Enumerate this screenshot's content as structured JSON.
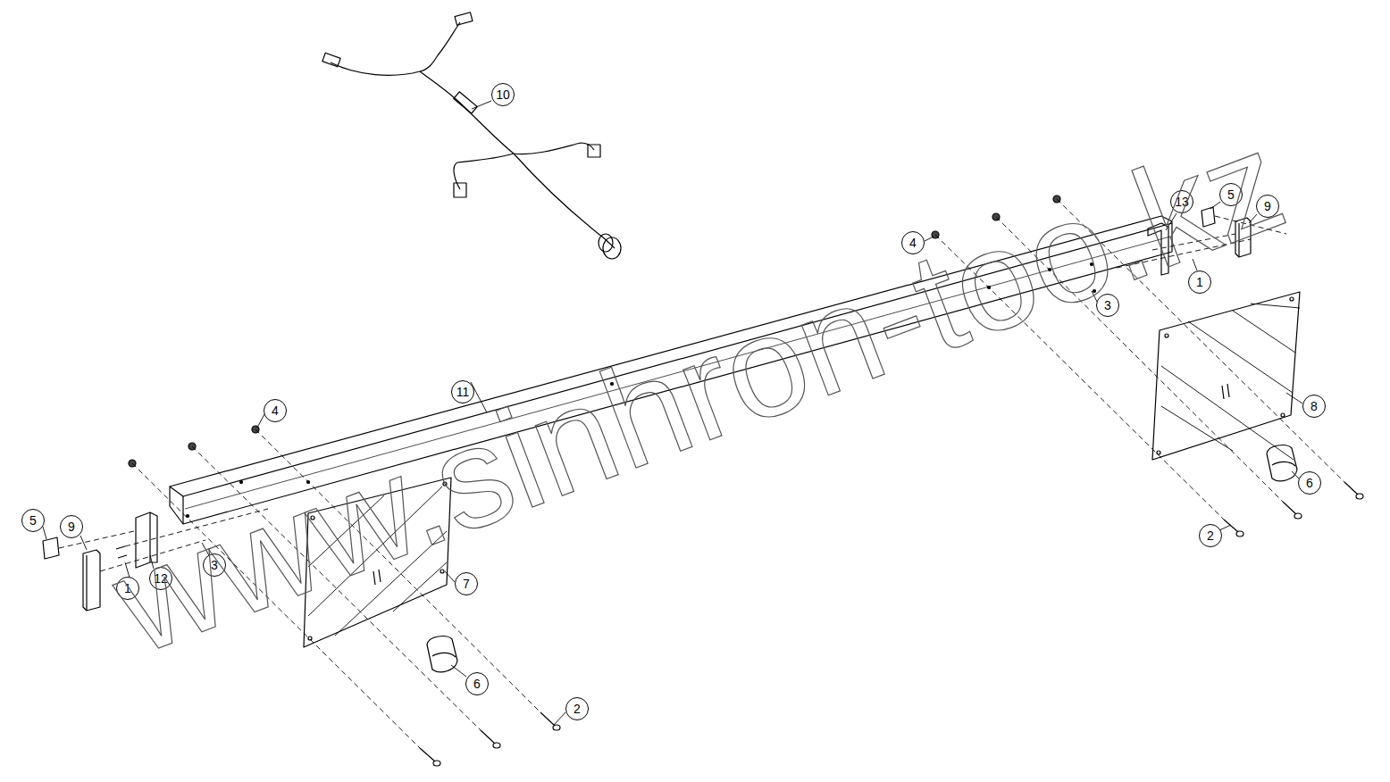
{
  "diagram": {
    "nodes": [
      {
        "text": [
          "10"
        ]
      },
      {
        "text": [
          "5"
        ]
      },
      {
        "text": [
          "13"
        ]
      },
      {
        "text": [
          "9"
        ]
      },
      {
        "text": [
          "4"
        ]
      },
      {
        "text": [
          "1"
        ]
      },
      {
        "text": [
          "3"
        ]
      },
      {
        "text": [
          "11"
        ]
      },
      {
        "text": [
          "8"
        ]
      },
      {
        "text": [
          "4"
        ]
      },
      {
        "text": [
          "6"
        ]
      },
      {
        "text": [
          "5"
        ]
      },
      {
        "text": [
          "9"
        ]
      },
      {
        "text": [
          "2"
        ]
      },
      {
        "text": [
          "3"
        ]
      },
      {
        "text": [
          "12"
        ]
      },
      {
        "text": [
          "7"
        ]
      },
      {
        "text": [
          "1"
        ]
      },
      {
        "text": [
          "6"
        ]
      },
      {
        "text": [
          "2"
        ]
      }
    ],
    "labels": [
      "www.sinhron-too.kz"
    ]
  }
}
